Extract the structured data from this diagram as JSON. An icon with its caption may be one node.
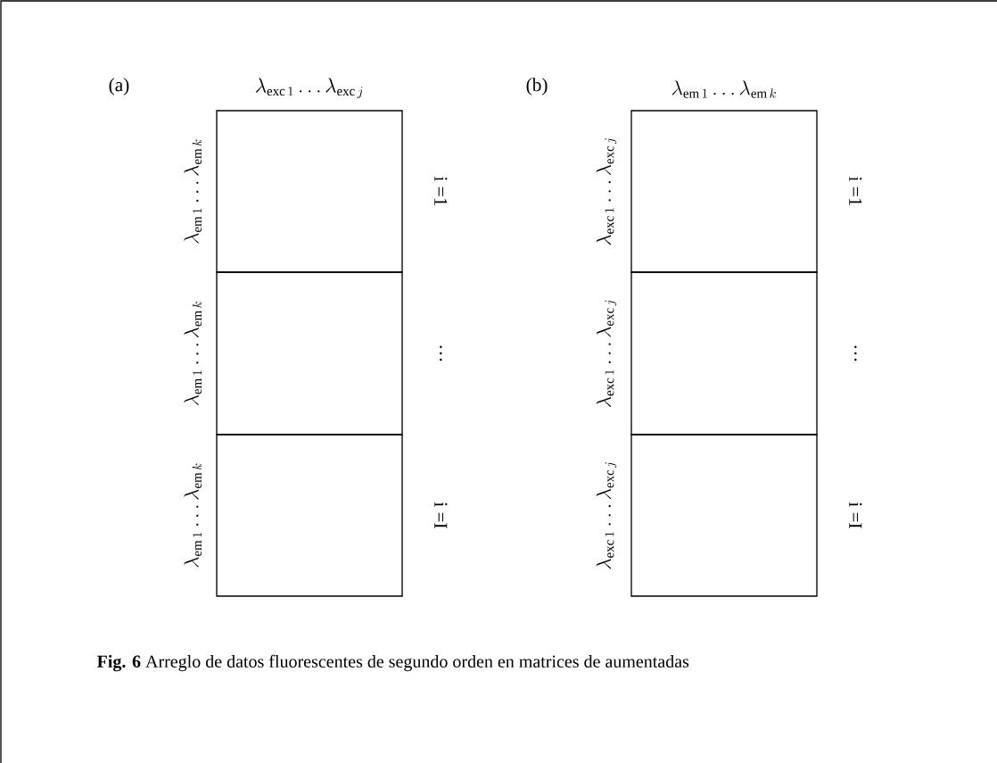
{
  "diagram": {
    "caption": "**Fig. 6** Arreglo de datos fluorescentes de segundo orden en matrices de aumentadas",
    "nodes": [
      {
        "text": [],
        "shape": "box",
        "beside": [
          "\\lambda_{\\mathrm{em}\\,1} \\ldots \\lambda_{\\mathrm{em}\\,k}",
          "i =1",
          "\\lambda_{\\mathrm{exc}\\,1} \\ldots \\lambda_{\\mathrm{exc}\\,j}"
        ]
      },
      {
        "text": [],
        "shape": "box",
        "beside": [
          "\\lambda_{\\mathrm{em}\\,1} \\ldots \\lambda_{\\mathrm{em}\\,k}",
          "…"
        ]
      },
      {
        "text": [],
        "shape": "box",
        "beside": [
          "\\lambda_{\\mathrm{em}\\,1} \\ldots \\lambda_{\\mathrm{em}\\,k}",
          "i =I"
        ]
      },
      {
        "text": [],
        "shape": "box",
        "beside": [
          "\\lambda_{\\mathrm{exc}\\,1} \\ldots \\lambda_{\\mathrm{exc}\\,j}",
          "i =1",
          "\\lambda_{\\mathrm{em}\\,1} \\ldots \\lambda_{\\mathrm{em}\\,k}"
        ]
      },
      {
        "text": [],
        "shape": "box",
        "beside": [
          "\\lambda_{\\mathrm{exc}\\,1} \\ldots \\lambda_{\\mathrm{exc}\\,j}",
          "…"
        ]
      },
      {
        "text": [],
        "shape": "box",
        "beside": [
          "\\lambda_{\\mathrm{exc}\\,1} \\ldots \\lambda_{\\mathrm{exc}\\,j}",
          "i =I"
        ]
      }
    ],
    "labels": [
      "(a)",
      "(b)"
    ]
  }
}
